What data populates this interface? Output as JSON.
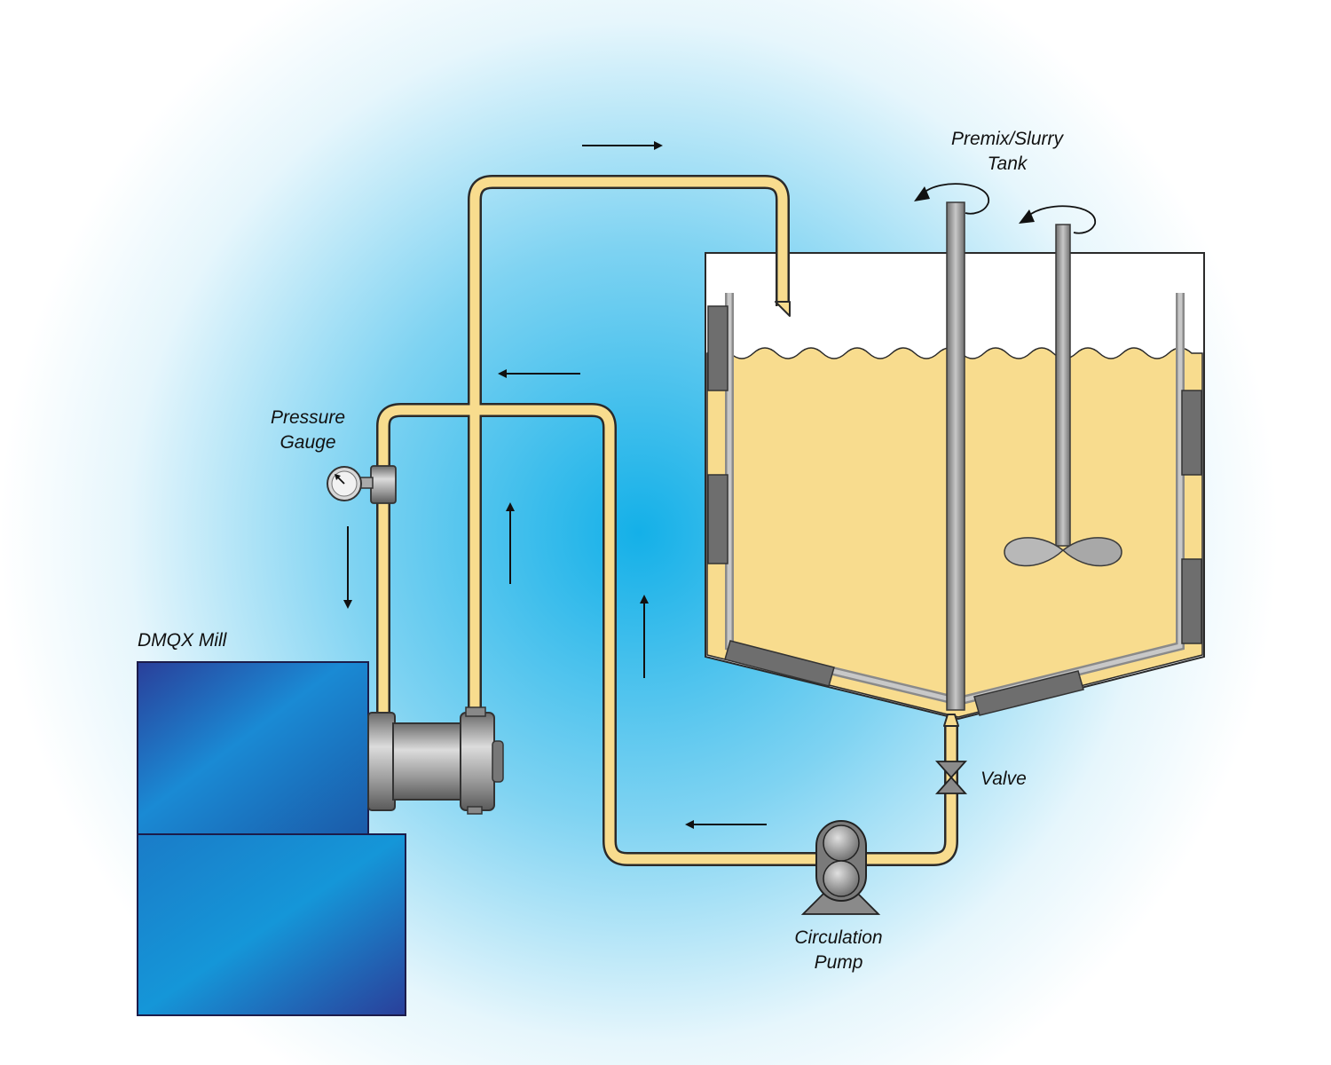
{
  "labels": {
    "tank_line1": "Premix/Slurry",
    "tank_line2": "Tank",
    "gauge_line1": "Pressure",
    "gauge_line2": "Gauge",
    "mill": "DMQX Mill",
    "valve": "Valve",
    "pump_line1": "Circulation",
    "pump_line2": "Pump"
  },
  "colors": {
    "background_glow": "#29b6e6",
    "slurry": "#f8dc8e",
    "pipe_outline": "#2a2a2a",
    "mill_blue": "#1a7fc8",
    "metal": "#9a9a9a"
  },
  "flow_arrows": [
    "right",
    "left",
    "up",
    "up",
    "down",
    "left"
  ]
}
